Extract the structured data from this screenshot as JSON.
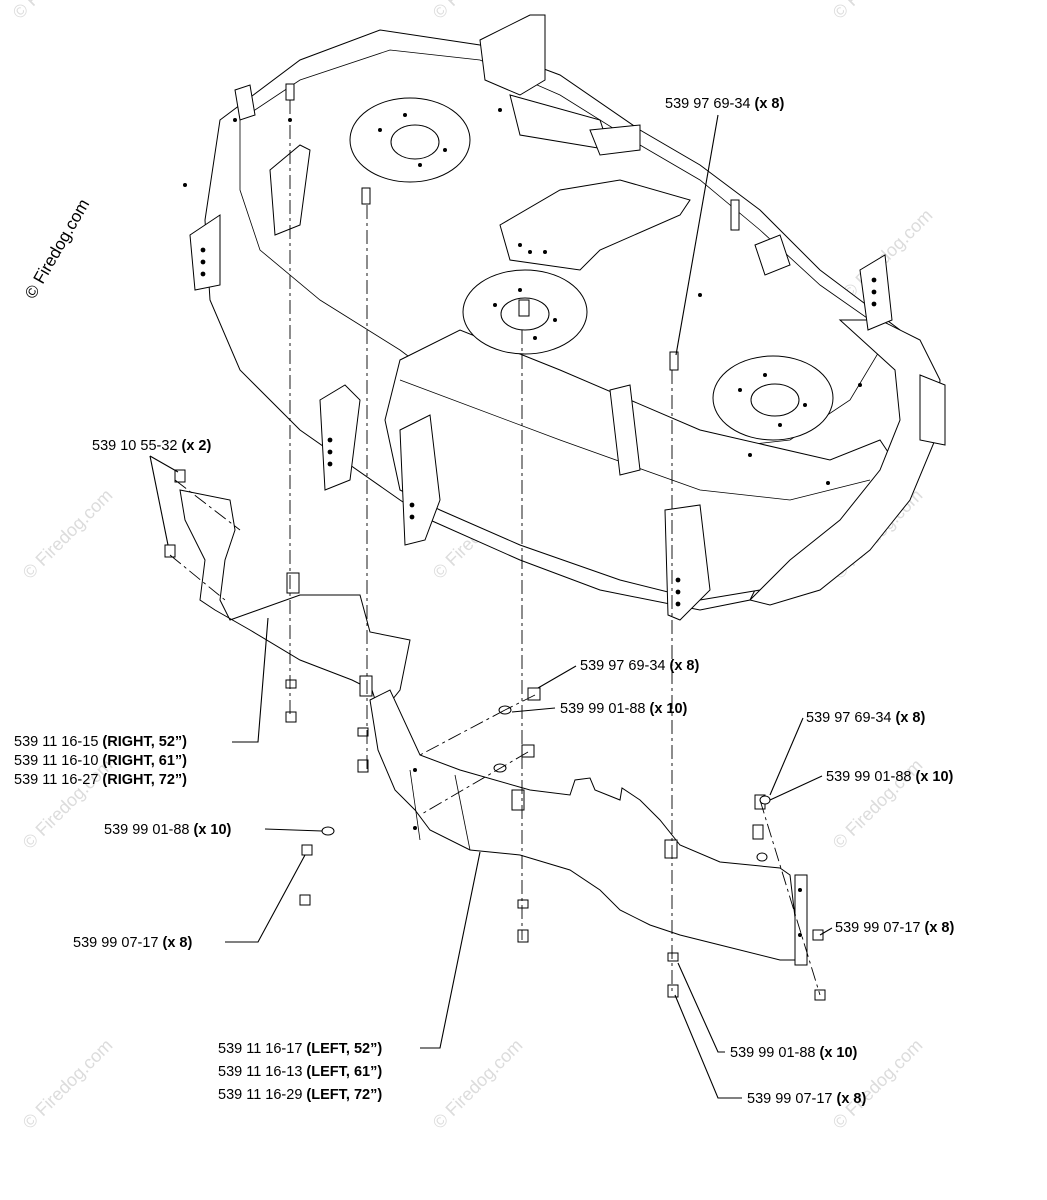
{
  "copyright": "© Firedog.com",
  "watermark": "© Firedog.com",
  "callouts": [
    {
      "id": "c1",
      "part": "539 97 69-34",
      "qty": "(x 8)"
    },
    {
      "id": "c2",
      "part": "539 10 55-32",
      "qty": "(x 2)"
    },
    {
      "id": "c3",
      "part": "539 97 69-34",
      "qty": "(x 8)"
    },
    {
      "id": "c4",
      "part": "539 99 01-88",
      "qty": "(x 10)"
    },
    {
      "id": "c5",
      "part": "539 97 69-34",
      "qty": "(x 8)"
    },
    {
      "id": "c6",
      "part": "539 99 01-88",
      "qty": "(x 10)"
    },
    {
      "id": "c7",
      "part": "539 99 01-88",
      "qty": "(x 10)"
    },
    {
      "id": "c8",
      "part": "539 99 07-17",
      "qty": "(x 8)"
    },
    {
      "id": "c9",
      "part": "539 99 07-17",
      "qty": "(x 8)"
    },
    {
      "id": "c10",
      "part": "539 99 01-88",
      "qty": "(x 10)"
    },
    {
      "id": "c11",
      "part": "539 99 07-17",
      "qty": "(x 8)"
    }
  ],
  "right_baffle": [
    {
      "part": "539 11 16-15",
      "qty": "(RIGHT, 52”)"
    },
    {
      "part": "539 11 16-10",
      "qty": "(RIGHT, 61”)"
    },
    {
      "part": "539 11 16-27",
      "qty": "(RIGHT, 72”)"
    }
  ],
  "left_baffle": [
    {
      "part": "539 11 16-17",
      "qty": "(LEFT, 52”)"
    },
    {
      "part": "539 11 16-13",
      "qty": "(LEFT, 61”)"
    },
    {
      "part": "539 11 16-29",
      "qty": "(LEFT, 72”)"
    }
  ]
}
